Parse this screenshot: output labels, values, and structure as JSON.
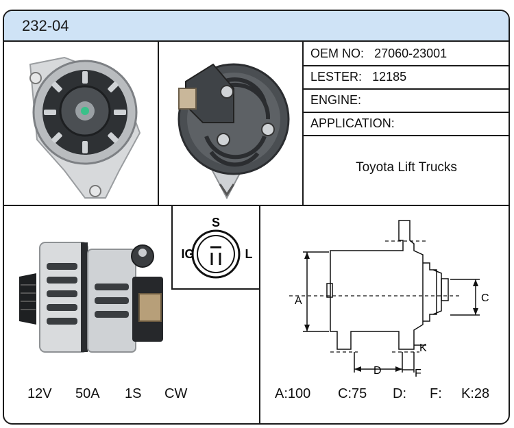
{
  "header": {
    "code": "232-04"
  },
  "info": {
    "oem_label": "OEM NO:",
    "oem_value": "27060-23001",
    "lester_label": "LESTER:",
    "lester_value": "12185",
    "engine_label": "ENGINE:",
    "engine_value": "",
    "application_label": "APPLICATION:",
    "application_value": "Toyota Lift Trucks"
  },
  "connector": {
    "pin_s": "S",
    "pin_ig": "IG",
    "pin_l": "L"
  },
  "specs": {
    "voltage": "12V",
    "amperage": "50A",
    "pulley": "1S",
    "rotation": "CW"
  },
  "dimensions": {
    "labels": {
      "a": "A",
      "c": "C",
      "d": "D",
      "f": "F",
      "k": "K"
    },
    "a_text": "A:100",
    "c_text": "C:75",
    "d_text": "D:",
    "f_text": "F:",
    "k_text": "K:28"
  },
  "colors": {
    "header_bg": "#cfe3f6",
    "border": "#1a1a1a",
    "metal": "#c9ccd0",
    "dark": "#3a3d40"
  }
}
